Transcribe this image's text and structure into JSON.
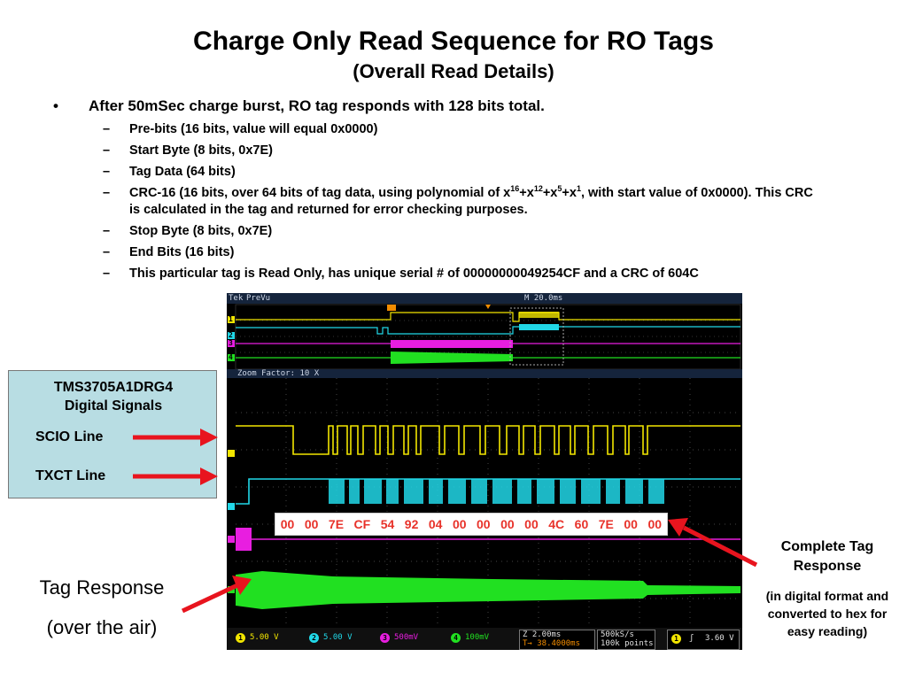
{
  "slide": {
    "title": "Charge Only Read Sequence for RO Tags",
    "subtitle": "(Overall Read Details)",
    "bullet_marker": "•",
    "sub_marker": "–",
    "bullet": "After 50mSec charge burst, RO tag responds with 128 bits total.",
    "sub_items": [
      "Pre-bits (16 bits, value will equal 0x0000)",
      "Start Byte (8 bits, 0x7E)",
      "Tag Data  (64 bits)",
      "CRC-16 (16 bits, over 64 bits of tag data, using polynomial of x",
      "Stop Byte (8 bits, 0x7E)",
      "End Bits (16 bits)",
      "This particular tag is Read Only, has unique serial # of 00000000049254CF and a CRC of 604C"
    ],
    "crc_poly": {
      "e1": "16",
      "p2": "+x",
      "e2": "12",
      "p3": "+x",
      "e3": "5",
      "p4": "+x",
      "e4": "1",
      "rest": ", with start value of 0x0000). This CRC is calculated in the tag and returned for error checking purposes."
    }
  },
  "scope": {
    "brand": "Tek",
    "mode": "PreVu",
    "timebase_top": "M 20.0ms",
    "zoom_factor": "Zoom Factor: 10 X",
    "channel_markers": [
      "1",
      "2",
      "3",
      "4"
    ],
    "channels": [
      {
        "num": "1",
        "value": "5.00 V",
        "color": "#f2e600"
      },
      {
        "num": "2",
        "value": "5.00 V",
        "color": "#21d8e8"
      },
      {
        "num": "3",
        "value": "500mV",
        "color": "#e81ee0"
      },
      {
        "num": "4",
        "value": "100mV",
        "color": "#21e021"
      }
    ],
    "zoom_time": "Z 2.00ms",
    "trigger_pos": "T→ 38.4000ms",
    "sample_rate": "500kS/s",
    "record_length": "100k points",
    "trigger_channel": "1",
    "trigger_slope": "ʃ",
    "trigger_level": "3.60 V"
  },
  "hex_bytes": [
    "00",
    "00",
    "7E",
    "CF",
    "54",
    "92",
    "04",
    "00",
    "00",
    "00",
    "00",
    "4C",
    "60",
    "7E",
    "00",
    "00"
  ],
  "signal_box": {
    "title_line1": "TMS3705A1DRG4",
    "title_line2": "Digital Signals",
    "scio": "SCIO Line",
    "txct": "TXCT Line"
  },
  "tag_response": {
    "line1": "Tag Response",
    "line2": "(over the air)"
  },
  "complete": {
    "line1": "Complete Tag",
    "line2": "Response",
    "note1": "(in digital format and",
    "note2": "converted to hex for",
    "note3": "easy reading)"
  },
  "colors": {
    "arrow": "#e8141e",
    "ch1": "#f2e600",
    "ch2": "#21d8e8",
    "ch3": "#e81ee0",
    "ch4": "#21e021"
  }
}
